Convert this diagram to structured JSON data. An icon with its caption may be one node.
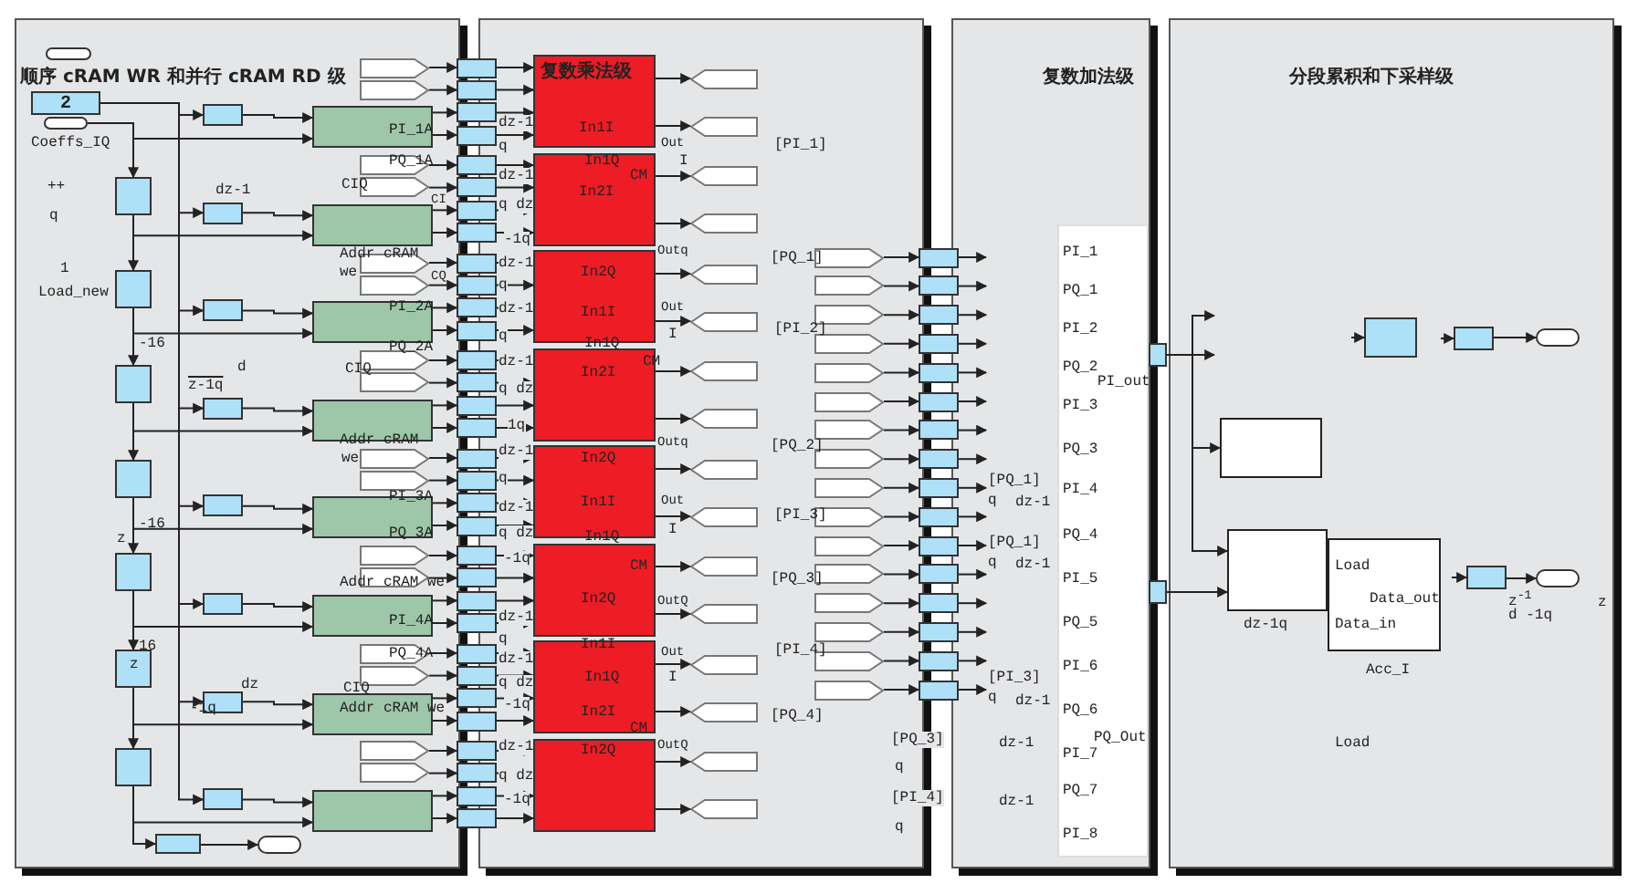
{
  "diagram": {
    "nodes": [
      {
        "text": [
          "顺序 cRAM WR 和并行 cRAM RD 级"
        ]
      },
      {
        "text": [],
        "shape": "oval",
        "in": 0
      },
      {
        "text": [
          "2"
        ],
        "in": 0
      },
      {
        "text": [],
        "shape": "oval",
        "in": 0
      },
      {
        "text": [],
        "shape": "box",
        "in": 0
      },
      {
        "text": [],
        "shape": "box",
        "in": 0
      },
      {
        "text": [],
        "shape": "box",
        "in": 0
      },
      {
        "text": [],
        "shape": "box",
        "in": 0
      },
      {
        "text": [],
        "shape": "box",
        "in": 0
      },
      {
        "text": [],
        "shape": "box",
        "in": 0
      },
      {
        "text": [],
        "shape": "box",
        "in": 0
      },
      {
        "text": [],
        "shape": "box",
        "in": 0
      },
      {
        "text": [],
        "shape": "box",
        "in": 0
      },
      {
        "text": [],
        "shape": "box",
        "in": 0
      },
      {
        "text": [],
        "shape": "box",
        "in": 0
      },
      {
        "text": [],
        "shape": "box",
        "in": 0
      },
      {
        "text": [],
        "shape": "box",
        "in": 0
      },
      {
        "text": [],
        "shape": "box",
        "in": 0
      },
      {
        "text": [],
        "shape": "box",
        "in": 0
      },
      {
        "text": [],
        "shape": "box",
        "in": 0
      },
      {
        "text": [],
        "shape": "box",
        "in": 0
      },
      {
        "text": [],
        "shape": "box",
        "in": 0
      },
      {
        "text": [],
        "shape": "box",
        "in": 0
      },
      {
        "text": [],
        "shape": "box",
        "in": 0
      },
      {
        "text": [],
        "shape": "box",
        "in": 0
      },
      {
        "text": [],
        "shape": "box",
        "in": 0
      },
      {
        "text": [],
        "shape": "box",
        "in": 0
      },
      {
        "text": [],
        "shape": "box",
        "in": 0
      },
      {
        "text": [],
        "shape": "oval",
        "in": 0
      },
      {
        "text": [],
        "shape": "pentagon",
        "in": 0
      },
      {
        "text": [],
        "shape": "pentagon",
        "in": 0
      },
      {
        "text": [],
        "shape": "pentagon",
        "in": 0
      },
      {
        "text": [],
        "shape": "pentagon",
        "in": 0
      },
      {
        "text": [],
        "shape": "pentagon",
        "in": 0
      },
      {
        "text": [],
        "shape": "pentagon",
        "in": 0
      },
      {
        "text": [],
        "shape": "pentagon",
        "in": 0
      },
      {
        "text": [],
        "shape": "pentagon",
        "in": 0
      },
      {
        "text": [],
        "shape": "pentagon",
        "in": 0
      },
      {
        "text": [],
        "shape": "pentagon",
        "in": 0
      },
      {
        "text": [],
        "shape": "pentagon",
        "in": 0
      },
      {
        "text": [],
        "shape": "pentagon",
        "in": 0
      },
      {
        "text": [],
        "shape": "pentagon",
        "in": 0
      },
      {
        "text": [],
        "shape": "pentagon",
        "in": 0
      },
      {
        "text": [],
        "shape": "pentagon",
        "in": 0
      },
      {
        "text": [],
        "shape": "pentagon",
        "in": 0
      },
      {
        "text": [],
        "shape": "box"
      },
      {
        "text": [],
        "shape": "box"
      },
      {
        "text": [],
        "shape": "box"
      },
      {
        "text": [],
        "shape": "box"
      },
      {
        "text": [],
        "shape": "box"
      },
      {
        "text": [],
        "shape": "box"
      },
      {
        "text": [],
        "shape": "box"
      },
      {
        "text": [],
        "shape": "box"
      },
      {
        "text": [],
        "shape": "box"
      },
      {
        "text": [],
        "shape": "box"
      },
      {
        "text": [],
        "shape": "box"
      },
      {
        "text": [],
        "shape": "box"
      },
      {
        "text": [],
        "shape": "box"
      },
      {
        "text": [],
        "shape": "box"
      },
      {
        "text": [],
        "shape": "box"
      },
      {
        "text": [],
        "shape": "box"
      },
      {
        "text": [],
        "shape": "box"
      },
      {
        "text": [],
        "shape": "box"
      },
      {
        "text": [],
        "shape": "box"
      },
      {
        "text": [],
        "shape": "box"
      },
      {
        "text": [],
        "shape": "box"
      },
      {
        "text": [],
        "shape": "box"
      },
      {
        "text": [],
        "shape": "box"
      },
      {
        "text": [],
        "shape": "box"
      },
      {
        "text": [],
        "shape": "box"
      },
      {
        "text": [],
        "shape": "box"
      },
      {
        "text": [],
        "shape": "box"
      },
      {
        "text": [],
        "shape": "box"
      },
      {
        "text": [],
        "shape": "box"
      },
      {
        "text": [],
        "shape": "box"
      },
      {
        "text": [],
        "shape": "box"
      },
      {
        "text": [],
        "shape": "box"
      },
      {
        "text": [],
        "shape": "box"
      },
      {
        "text": [
          "复数乘法级"
        ],
        "in": 77
      },
      {
        "text": [],
        "shape": "box",
        "in": 77
      },
      {
        "text": [],
        "shape": "box",
        "in": 77
      },
      {
        "text": [],
        "shape": "box",
        "in": 77
      },
      {
        "text": [],
        "shape": "box",
        "in": 77
      },
      {
        "text": [],
        "shape": "box",
        "in": 77
      },
      {
        "text": [],
        "shape": "box",
        "in": 77
      },
      {
        "text": [],
        "shape": "box",
        "in": 77
      },
      {
        "text": [],
        "shape": "pentagon",
        "in": 77
      },
      {
        "text": [],
        "shape": "pentagon",
        "in": 77
      },
      {
        "text": [],
        "shape": "pentagon",
        "in": 77
      },
      {
        "text": [],
        "shape": "pentagon",
        "in": 77
      },
      {
        "text": [],
        "shape": "pentagon",
        "in": 77
      },
      {
        "text": [],
        "shape": "pentagon",
        "in": 77
      },
      {
        "text": [],
        "shape": "pentagon",
        "in": 77
      },
      {
        "text": [],
        "shape": "pentagon",
        "in": 77
      },
      {
        "text": [],
        "shape": "pentagon",
        "in": 77
      },
      {
        "text": [],
        "shape": "pentagon",
        "in": 77
      },
      {
        "text": [],
        "shape": "pentagon",
        "in": 77
      },
      {
        "text": [],
        "shape": "pentagon",
        "in": 77
      },
      {
        "text": [],
        "shape": "pentagon",
        "in": 77
      },
      {
        "text": [],
        "shape": "pentagon",
        "in": 77
      },
      {
        "text": [],
        "shape": "pentagon",
        "in": 77
      },
      {
        "text": [],
        "shape": "pentagon",
        "in": 77
      },
      {
        "text": [],
        "shape": "pentagon",
        "in": 77
      },
      {
        "text": [],
        "shape": "pentagon",
        "in": 77
      },
      {
        "text": [],
        "shape": "pentagon",
        "in": 77
      },
      {
        "text": [],
        "shape": "pentagon",
        "in": 77
      },
      {
        "text": [],
        "shape": "pentagon",
        "in": 77
      },
      {
        "text": [],
        "shape": "pentagon",
        "in": 77
      },
      {
        "text": [],
        "shape": "pentagon",
        "in": 77
      },
      {
        "text": [],
        "shape": "pentagon",
        "in": 77
      },
      {
        "text": [],
        "shape": "pentagon",
        "in": 77
      },
      {
        "text": [],
        "shape": "pentagon",
        "in": 77
      },
      {
        "text": [],
        "shape": "pentagon",
        "in": 77
      },
      {
        "text": [],
        "shape": "pentagon",
        "in": 77
      },
      {
        "text": [],
        "shape": "pentagon",
        "in": 77
      },
      {
        "text": [],
        "shape": "pentagon",
        "in": 77
      },
      {
        "text": [],
        "shape": "pentagon",
        "in": 77
      },
      {
        "text": [],
        "shape": "pentagon",
        "in": 77
      },
      {
        "text": [],
        "shape": "box"
      },
      {
        "text": [],
        "shape": "box"
      },
      {
        "text": [],
        "shape": "box"
      },
      {
        "text": [],
        "shape": "box"
      },
      {
        "text": [],
        "shape": "box"
      },
      {
        "text": [],
        "shape": "box"
      },
      {
        "text": [],
        "shape": "box"
      },
      {
        "text": [],
        "shape": "box"
      },
      {
        "text": [],
        "shape": "box"
      },
      {
        "text": [],
        "shape": "box"
      },
      {
        "text": [],
        "shape": "box"
      },
      {
        "text": [],
        "shape": "box"
      },
      {
        "text": [],
        "shape": "box"
      },
      {
        "text": [],
        "shape": "box"
      },
      {
        "text": [],
        "shape": "box"
      },
      {
        "text": [],
        "shape": "box"
      },
      {
        "text": [
          "复数加法级"
        ]
      },
      {
        "text": [
          "PI_1",
          "PQ_1",
          "PI_2",
          "PQ_2",
          "PI_out",
          "PI_3",
          "PQ_3",
          "PI_4",
          "PQ_4",
          "PI_5",
          "PQ_5",
          "PI_6",
          "PQ_6",
          "PQ_Out",
          "PI_7",
          "PQ_7",
          "PI_8"
        ],
        "in": 134
      },
      {
        "text": [
          "分段累积和下采样级"
        ]
      },
      {
        "text": [],
        "shape": "box"
      },
      {
        "text": [],
        "shape": "box"
      },
      {
        "text": [],
        "shape": "box",
        "in": 136
      },
      {
        "text": [],
        "shape": "box",
        "in": 136,
        "beside": [
          "dz-1q"
        ]
      },
      {
        "text": [
          "Load",
          "Data_out",
          "Data_in"
        ],
        "in": 136,
        "beside": [
          "Acc_I"
        ]
      },
      {
        "text": [],
        "shape": "box",
        "in": 136
      },
      {
        "text": [],
        "shape": "box",
        "in": 136
      },
      {
        "text": [],
        "shape": "oval",
        "in": 136
      },
      {
        "text": [],
        "shape": "box",
        "in": 136
      },
      {
        "text": [],
        "shape": "oval",
        "in": 136
      }
    ],
    "edges": [
      {
        "from": 3,
        "to": 4,
        "arrow": "to"
      },
      {
        "from": 3,
        "to": 19,
        "arrow": "to"
      },
      {
        "from": 4,
        "to": 5,
        "arrow": "to"
      },
      {
        "from": 5,
        "to": 6,
        "arrow": "to"
      },
      {
        "from": 6,
        "to": 7,
        "arrow": "to"
      },
      {
        "from": 7,
        "to": 8,
        "arrow": "to"
      },
      {
        "from": 8,
        "to": 9,
        "arrow": "to"
      },
      {
        "from": 9,
        "to": 10,
        "arrow": "to"
      },
      {
        "from": 4,
        "to": 20,
        "arrow": "to"
      },
      {
        "from": 5,
        "to": 21,
        "arrow": "to"
      },
      {
        "from": 6,
        "to": 22,
        "arrow": "to"
      },
      {
        "from": 7,
        "to": 23,
        "arrow": "to"
      },
      {
        "from": 8,
        "to": 24,
        "arrow": "to"
      },
      {
        "from": 9,
        "to": 25,
        "arrow": "to"
      },
      {
        "from": 10,
        "to": 26,
        "arrow": "to"
      },
      {
        "from": 10,
        "to": 27,
        "arrow": "to"
      },
      {
        "from": 27,
        "to": 28,
        "arrow": "to"
      },
      {
        "from": 2,
        "to": 11,
        "arrow": "to"
      },
      {
        "from": 2,
        "to": 12,
        "arrow": "to"
      },
      {
        "from": 2,
        "to": 13,
        "arrow": "to"
      },
      {
        "from": 2,
        "to": 14,
        "arrow": "to"
      },
      {
        "from": 2,
        "to": 15,
        "arrow": "to"
      },
      {
        "from": 2,
        "to": 16,
        "arrow": "to"
      },
      {
        "from": 2,
        "to": 17,
        "arrow": "to"
      },
      {
        "from": 2,
        "to": 18,
        "arrow": "to"
      },
      {
        "from": 11,
        "to": 19,
        "arrow": "to"
      },
      {
        "from": 12,
        "to": 20,
        "arrow": "to"
      },
      {
        "from": 13,
        "to": 21,
        "arrow": "to"
      },
      {
        "from": 14,
        "to": 22,
        "arrow": "to"
      },
      {
        "from": 15,
        "to": 23,
        "arrow": "to"
      },
      {
        "from": 16,
        "to": 24,
        "arrow": "to"
      },
      {
        "from": 17,
        "to": 25,
        "arrow": "to"
      },
      {
        "from": 18,
        "to": 26,
        "arrow": "to"
      },
      {
        "from": 19,
        "to": 47,
        "arrow": "to"
      },
      {
        "from": 19,
        "to": 48,
        "arrow": "to"
      },
      {
        "from": 20,
        "to": 51,
        "arrow": "to"
      },
      {
        "from": 20,
        "to": 52,
        "arrow": "to"
      },
      {
        "from": 21,
        "to": 55,
        "arrow": "to"
      },
      {
        "from": 21,
        "to": 56,
        "arrow": "to"
      },
      {
        "from": 22,
        "to": 59,
        "arrow": "to"
      },
      {
        "from": 22,
        "to": 60,
        "arrow": "to"
      },
      {
        "from": 23,
        "to": 63,
        "arrow": "to"
      },
      {
        "from": 23,
        "to": 64,
        "arrow": "to"
      },
      {
        "from": 24,
        "to": 67,
        "arrow": "to"
      },
      {
        "from": 24,
        "to": 68,
        "arrow": "to"
      },
      {
        "from": 25,
        "to": 71,
        "arrow": "to"
      },
      {
        "from": 25,
        "to": 72,
        "arrow": "to"
      },
      {
        "from": 26,
        "to": 75,
        "arrow": "to"
      },
      {
        "from": 26,
        "to": 76,
        "arrow": "to"
      },
      {
        "from": 29,
        "to": 45,
        "arrow": "to"
      },
      {
        "from": 30,
        "to": 46,
        "arrow": "to"
      },
      {
        "from": 31,
        "to": 49,
        "arrow": "to"
      },
      {
        "from": 32,
        "to": 50,
        "arrow": "to"
      },
      {
        "from": 33,
        "to": 53,
        "arrow": "to"
      },
      {
        "from": 34,
        "to": 54,
        "arrow": "to"
      },
      {
        "from": 35,
        "to": 57,
        "arrow": "to"
      },
      {
        "from": 36,
        "to": 58,
        "arrow": "to"
      },
      {
        "from": 37,
        "to": 61,
        "arrow": "to"
      },
      {
        "from": 38,
        "to": 62,
        "arrow": "to"
      },
      {
        "from": 39,
        "to": 65,
        "arrow": "to"
      },
      {
        "from": 40,
        "to": 66,
        "arrow": "to"
      },
      {
        "from": 41,
        "to": 69,
        "arrow": "to"
      },
      {
        "from": 42,
        "to": 70,
        "arrow": "to"
      },
      {
        "from": 43,
        "to": 73,
        "arrow": "to"
      },
      {
        "from": 44,
        "to": 74,
        "arrow": "to"
      },
      {
        "from": 45,
        "to": 78,
        "arrow": "to"
      },
      {
        "from": 46,
        "to": 78,
        "arrow": "to"
      },
      {
        "from": 47,
        "to": 78,
        "arrow": "to"
      },
      {
        "from": 48,
        "to": 78,
        "arrow": "to"
      },
      {
        "from": 49,
        "to": 79,
        "arrow": "to"
      },
      {
        "from": 50,
        "to": 79,
        "arrow": "to"
      },
      {
        "from": 51,
        "to": 79,
        "arrow": "to"
      },
      {
        "from": 52,
        "to": 79,
        "arrow": "to"
      },
      {
        "from": 53,
        "to": 80,
        "arrow": "to"
      },
      {
        "from": 54,
        "to": 80,
        "arrow": "to"
      },
      {
        "from": 55,
        "to": 80,
        "arrow": "to"
      },
      {
        "from": 56,
        "to": 80,
        "arrow": "to"
      },
      {
        "from": 57,
        "to": 81,
        "arrow": "to"
      },
      {
        "from": 58,
        "to": 81,
        "arrow": "to"
      },
      {
        "from": 59,
        "to": 81,
        "arrow": "to"
      },
      {
        "from": 60,
        "to": 81,
        "arrow": "to"
      },
      {
        "from": 61,
        "to": 82,
        "arrow": "to"
      },
      {
        "from": 62,
        "to": 82,
        "arrow": "to"
      },
      {
        "from": 63,
        "to": 82,
        "arrow": "to"
      },
      {
        "from": 64,
        "to": 82,
        "arrow": "to"
      },
      {
        "from": 65,
        "to": 83,
        "arrow": "to"
      },
      {
        "from": 66,
        "to": 83,
        "arrow": "to"
      },
      {
        "from": 67,
        "to": 83,
        "arrow": "to"
      },
      {
        "from": 68,
        "to": 83,
        "arrow": "to"
      },
      {
        "from": 69,
        "to": 84,
        "arrow": "to"
      },
      {
        "from": 70,
        "to": 84,
        "arrow": "to"
      },
      {
        "from": 71,
        "to": 84,
        "arrow": "to"
      },
      {
        "from": 72,
        "to": 84,
        "arrow": "to"
      },
      {
        "from": 73,
        "to": 85,
        "arrow": "to"
      },
      {
        "from": 74,
        "to": 85,
        "arrow": "to"
      },
      {
        "from": 75,
        "to": 85,
        "arrow": "to"
      },
      {
        "from": 76,
        "to": 85,
        "arrow": "to"
      },
      {
        "from": 78,
        "to": 86,
        "arrow": "to"
      },
      {
        "from": 78,
        "to": 87,
        "arrow": "to"
      },
      {
        "from": 79,
        "to": 88,
        "arrow": "to"
      },
      {
        "from": 79,
        "to": 89,
        "arrow": "to"
      },
      {
        "from": 80,
        "to": 90,
        "arrow": "to"
      },
      {
        "from": 80,
        "to": 91,
        "arrow": "to"
      },
      {
        "from": 81,
        "to": 92,
        "arrow": "to"
      },
      {
        "from": 81,
        "to": 93,
        "arrow": "to"
      },
      {
        "from": 82,
        "to": 94,
        "arrow": "to"
      },
      {
        "from": 82,
        "to": 95,
        "arrow": "to"
      },
      {
        "from": 83,
        "to": 96,
        "arrow": "to"
      },
      {
        "from": 83,
        "to": 97,
        "arrow": "to"
      },
      {
        "from": 84,
        "to": 98,
        "arrow": "to"
      },
      {
        "from": 84,
        "to": 99,
        "arrow": "to"
      },
      {
        "from": 85,
        "to": 100,
        "arrow": "to"
      },
      {
        "from": 85,
        "to": 101,
        "arrow": "to"
      },
      {
        "from": 102,
        "to": 118,
        "arrow": "to"
      },
      {
        "from": 103,
        "to": 119,
        "arrow": "to"
      },
      {
        "from": 104,
        "to": 120,
        "arrow": "to"
      },
      {
        "from": 105,
        "to": 121,
        "arrow": "to"
      },
      {
        "from": 106,
        "to": 122,
        "arrow": "to"
      },
      {
        "from": 107,
        "to": 123,
        "arrow": "to"
      },
      {
        "from": 108,
        "to": 124,
        "arrow": "to"
      },
      {
        "from": 109,
        "to": 125,
        "arrow": "to"
      },
      {
        "from": 110,
        "to": 126,
        "arrow": "to"
      },
      {
        "from": 111,
        "to": 127,
        "arrow": "to"
      },
      {
        "from": 112,
        "to": 128,
        "arrow": "to"
      },
      {
        "from": 113,
        "to": 129,
        "arrow": "to"
      },
      {
        "from": 114,
        "to": 130,
        "arrow": "to"
      },
      {
        "from": 115,
        "to": 131,
        "arrow": "to"
      },
      {
        "from": 116,
        "to": 132,
        "arrow": "to"
      },
      {
        "from": 117,
        "to": 133,
        "arrow": "to"
      },
      {
        "from": 118,
        "to": 134,
        "arrow": "to"
      },
      {
        "from": 119,
        "to": 134,
        "arrow": "to"
      },
      {
        "from": 120,
        "to": 134,
        "arrow": "to"
      },
      {
        "from": 121,
        "to": 134,
        "arrow": "to"
      },
      {
        "from": 122,
        "to": 134,
        "arrow": "to"
      },
      {
        "from": 123,
        "to": 134,
        "arrow": "to"
      },
      {
        "from": 124,
        "to": 134,
        "arrow": "to"
      },
      {
        "from": 125,
        "to": 134,
        "arrow": "to"
      },
      {
        "from": 126,
        "to": 134,
        "arrow": "to"
      },
      {
        "from": 127,
        "to": 134,
        "arrow": "to"
      },
      {
        "from": 128,
        "to": 134,
        "arrow": "to"
      },
      {
        "from": 129,
        "to": 134,
        "arrow": "to"
      },
      {
        "from": 130,
        "to": 134,
        "arrow": "to"
      },
      {
        "from": 131,
        "to": 134,
        "arrow": "to"
      },
      {
        "from": 132,
        "to": 134,
        "arrow": "to"
      },
      {
        "from": 133,
        "to": 134,
        "arrow": "to"
      },
      {
        "from": 137,
        "to": 136,
        "arrow": "to"
      },
      {
        "from": 137,
        "to": 136,
        "arrow": "to"
      },
      {
        "from": 137,
        "to": 139,
        "arrow": "to"
      },
      {
        "from": 137,
        "to": 140,
        "arrow": "to"
      },
      {
        "from": 138,
        "to": 140,
        "arrow": "to"
      },
      {
        "from": null,
        "to": 142,
        "arrow": "to"
      },
      {
        "from": null,
        "to": 143,
        "arrow": "to"
      },
      {
        "from": 143,
        "to": 144,
        "arrow": "to"
      },
      {
        "from": null,
        "to": 145,
        "arrow": "to"
      },
      {
        "from": 145,
        "to": 146,
        "arrow": "to"
      }
    ],
    "labels": [
      "++",
      "q",
      "1",
      "Load_new",
      "dz-1",
      "-16",
      "d",
      "z-1q",
      "PI_1A",
      "PQ_1A",
      "CIQ",
      "CI",
      "Addr cRAM",
      "we",
      "CQ",
      "PI_2A",
      "PQ_2A",
      "CIQ",
      "Addr cRAM",
      "we",
      "PI_3A",
      "-16",
      "z",
      "PQ_3A",
      "Addr cRAM we",
      "PI_4A",
      "16",
      "PQ_4A",
      "z",
      "dz",
      "CIQ",
      "-1q",
      "Addr cRAM we",
      "dz-1",
      "q",
      "dz-1",
      "q dz",
      "-1q",
      "dz-1",
      "q",
      "dz-1",
      "q",
      "dz-1",
      "q dz",
      "1q",
      "dz-1",
      "q",
      "dz-1",
      "q dz",
      "-1q",
      "dz-1",
      "q",
      "dz-1",
      "q dz",
      "-1q",
      "dz-1",
      "q dz",
      "-1q",
      "In1I",
      "In1Q",
      "CM",
      "In2I",
      "Out",
      "I",
      "Outq",
      "In2Q",
      "In1I",
      "Out",
      "I",
      "In1Q",
      "CM",
      "In2I",
      "Outq",
      "In2Q",
      "In1I",
      "Out",
      "I",
      "In1Q",
      "CM",
      "In2Q",
      "OutQ",
      "In1I",
      "Out",
      "In1Q",
      "I",
      "In2I",
      "CM",
      "In2Q",
      "OutQ",
      "[PI_1]",
      "[PQ_1]",
      "[PI_2]",
      "[PQ_2]",
      "[PI_3]",
      "[PQ_3]",
      "[PI_4]",
      "[PQ_4]",
      "[PQ_1]",
      "q",
      "[PQ_1]",
      "q",
      "[PI_3]",
      "q",
      "[PQ_3]",
      "q",
      "[PI_4]",
      "q",
      "dz-1",
      "dz-1",
      "dz-1",
      "dz-1",
      "dz-1",
      "z$^{-1}$",
      "d -1q",
      "z",
      "Load",
      "Coeffs_IQ"
    ]
  }
}
